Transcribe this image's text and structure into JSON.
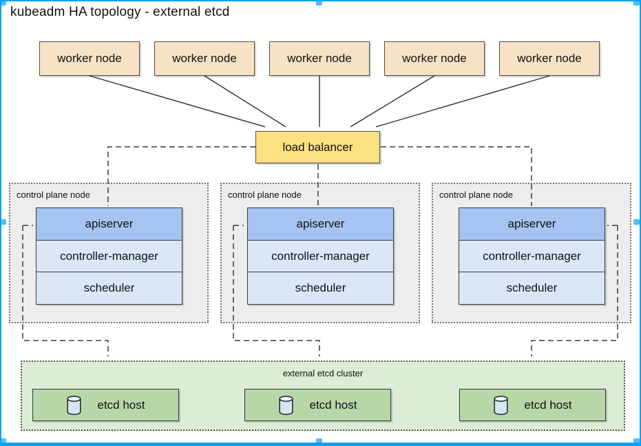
{
  "title": "kubeadm HA topology - external etcd",
  "colors": {
    "selection_border": "#00a3f1",
    "worker_fill": "#f8e2c5",
    "load_balancer_fill": "#fce081",
    "apiserver_fill": "#a5c4f1",
    "component_fill": "#d9e7f7",
    "control_plane_fill": "#ededed",
    "etcd_cluster_fill": "#dcecd5",
    "etcd_host_fill": "#b7d7a9",
    "cylinder_icon_fill": "#d6e6f5"
  },
  "workers": [
    {
      "label": "worker node"
    },
    {
      "label": "worker node"
    },
    {
      "label": "worker node"
    },
    {
      "label": "worker node"
    },
    {
      "label": "worker node"
    }
  ],
  "load_balancer": {
    "label": "load balancer"
  },
  "control_planes": [
    {
      "label": "control plane node",
      "components": [
        {
          "label": "apiserver"
        },
        {
          "label": "controller-manager"
        },
        {
          "label": "scheduler"
        }
      ]
    },
    {
      "label": "control plane node",
      "components": [
        {
          "label": "apiserver"
        },
        {
          "label": "controller-manager"
        },
        {
          "label": "scheduler"
        }
      ]
    },
    {
      "label": "control plane node",
      "components": [
        {
          "label": "apiserver"
        },
        {
          "label": "controller-manager"
        },
        {
          "label": "scheduler"
        }
      ]
    }
  ],
  "etcd_cluster": {
    "label": "external etcd cluster",
    "hosts": [
      {
        "label": "etcd host"
      },
      {
        "label": "etcd host"
      },
      {
        "label": "etcd host"
      }
    ]
  }
}
